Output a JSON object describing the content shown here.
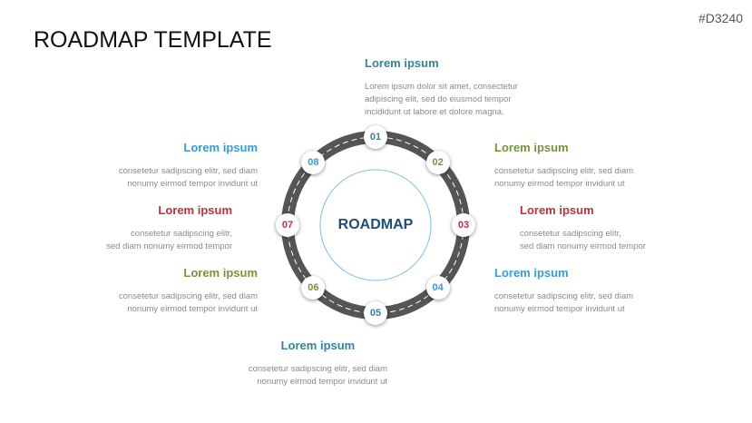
{
  "title": "ROADMAP TEMPLATE",
  "code": "#D3240",
  "center_label": "ROADMAP",
  "colors": {
    "teal": "#31859c",
    "green": "#77933c",
    "red": "#c0313e",
    "blue": "#3a9ad9"
  },
  "steps": [
    {
      "num": "01",
      "heading": "Lorem ipsum",
      "lines": [
        "Lorem ipsum dolor sit amet, consectetur",
        "adipiscing elit, sed do eiusmod tempor",
        "incididunt ut labore et dolore magna."
      ],
      "color": "#31859c"
    },
    {
      "num": "02",
      "heading": "Lorem ipsum",
      "lines": [
        "consetetur sadipscing elitr, sed diam",
        "nonumy eirmod tempor invidunt ut"
      ],
      "color": "#77933c"
    },
    {
      "num": "03",
      "heading": "Lorem ipsum",
      "lines": [
        "consetetur sadipscing elitr,",
        "sed diam nonumy eirmod tempor"
      ],
      "color": "#c0313e"
    },
    {
      "num": "04",
      "heading": "Lorem ipsum",
      "lines": [
        "consetetur sadipscing elitr, sed diam",
        "nonumy eirmod tempor invidunt ut"
      ],
      "color": "#3a9ad9"
    },
    {
      "num": "05",
      "heading": "Lorem ipsum",
      "lines": [
        "consetetur sadipscing elitr, sed diam",
        "nonumy eirmod tempor invidunt ut"
      ],
      "color": "#31859c"
    },
    {
      "num": "06",
      "heading": "Lorem ipsum",
      "lines": [
        "consetetur sadipscing elitr, sed diam",
        "nonumy eirmod tempor invidunt ut"
      ],
      "color": "#77933c"
    },
    {
      "num": "07",
      "heading": "Lorem ipsum",
      "lines": [
        "consetetur sadipscing elitr,",
        "sed diam nonumy eirmod tempor"
      ],
      "color": "#c0313e"
    },
    {
      "num": "08",
      "heading": "Lorem ipsum",
      "lines": [
        "consetetur sadipscing elitr, sed diam",
        "nonumy eirmod tempor invidunt ut"
      ],
      "color": "#3a9ad9"
    }
  ]
}
